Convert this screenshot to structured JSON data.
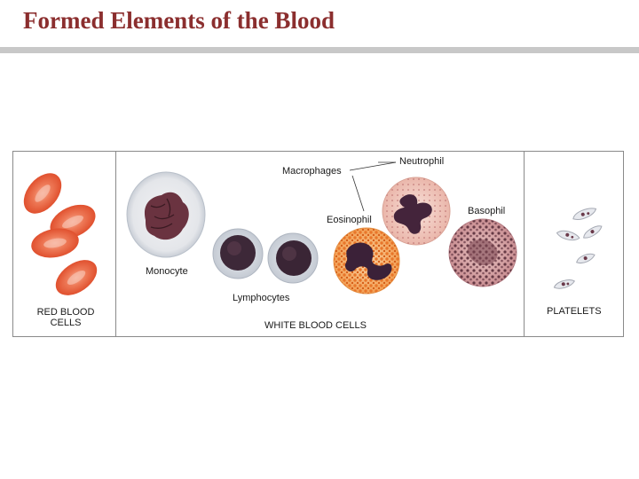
{
  "title": "Formed Elements of the Blood",
  "colors": {
    "title": "#8b2e2e",
    "title_rule": "#c8c8c8",
    "rbc": "#e8603e",
    "neutrophil_cytoplasm": "#f4cfc6",
    "eosinophil_granules": "#f08a3a",
    "basophil_granules": "#6b3b45",
    "nucleus": "#4a2a45"
  },
  "labels": {
    "red_blood_cells": "RED BLOOD\nCELLS",
    "monocyte": "Monocyte",
    "lymphocytes": "Lymphocytes",
    "macrophages": "Macrophages",
    "neutrophil": "Neutrophil",
    "eosinophil": "Eosinophil",
    "basophil": "Basophil",
    "white_blood_cells": "WHITE BLOOD CELLS",
    "platelets": "PLATELETS"
  }
}
